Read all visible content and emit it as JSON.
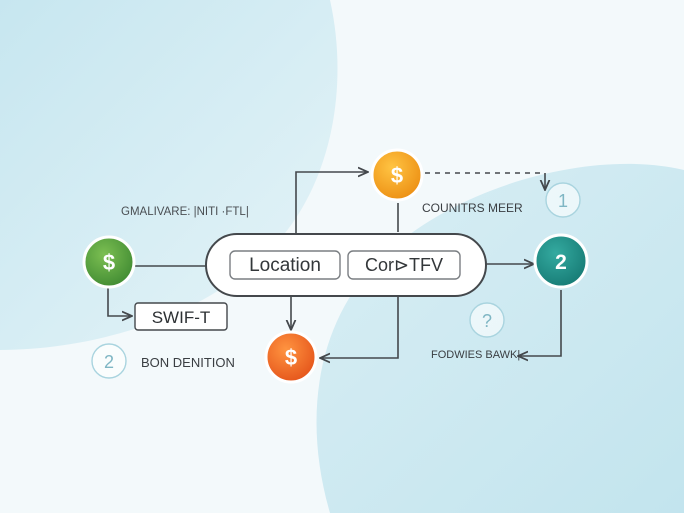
{
  "nodes": {
    "dollar_green": {
      "symbol": "$",
      "color": "#5a9a3c"
    },
    "dollar_orange_top": {
      "symbol": "$",
      "color": "#f2a31c"
    },
    "dollar_orange_bottom": {
      "symbol": "$",
      "color": "#ee6a22"
    },
    "number_teal": {
      "symbol": "2",
      "color": "#1f9088"
    }
  },
  "pill": {
    "location_label": "Location",
    "cor_label": "Cor⊳TFV"
  },
  "labels": {
    "left_top": "GMALIVARE: |NITI ·FTL|",
    "swift_box": "SWIF-T",
    "bottom_left": "BON DENITION",
    "right_top": "COUNITRS MEER",
    "right_bottom": "FODWIES BAWK|"
  },
  "badges": {
    "right_top": "1",
    "bottom_left": "2",
    "right_question": "?"
  },
  "colors": {
    "line": "#44484c",
    "background_light": "#f3f9fb",
    "background_blob": "#cfe9f1"
  }
}
